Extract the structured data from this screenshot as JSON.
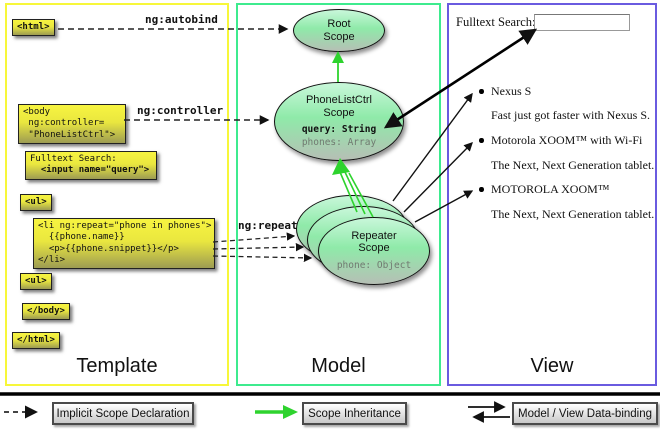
{
  "colors": {
    "template_border": "#f7f73a",
    "model_border": "#3deb8e",
    "view_border": "#6a5be0",
    "scope_fill_top": "#c9f7da",
    "scope_fill_bottom": "#b6bfb5",
    "inheritance_green": "#2ed32e"
  },
  "template": {
    "label": "Template",
    "annotations": {
      "autobind": "ng:autobind",
      "controller": "ng:controller",
      "repeat": "ng:repeat"
    },
    "boxes": {
      "html_open": [
        "<html>"
      ],
      "body_open": [
        "<body",
        " ng:controller=",
        " \"PhoneListCtrl\">"
      ],
      "fulltext": [
        "Fulltext Search:",
        "  <input name=\"query\">"
      ],
      "ul_open": [
        "<ul>"
      ],
      "li_repeat": [
        "<li ng:repeat=\"phone in phones\">",
        "  {{phone.name}}",
        "  <p>{{phone.snippet}}</p>",
        "</li>"
      ],
      "ul_close": [
        "<ul>"
      ],
      "body_close": [
        "</body>"
      ],
      "html_close": [
        "</html>"
      ]
    }
  },
  "model": {
    "label": "Model",
    "root_scope": {
      "line1": "Root",
      "line2": "Scope"
    },
    "phonelist_scope": {
      "line1": "PhoneListCtrl",
      "line2": "Scope",
      "prop1": "query: String",
      "prop2": "phones: Array"
    },
    "repeater_scope": {
      "line1": "Repeater",
      "line2": "Scope",
      "prop1": "phone: Object"
    }
  },
  "view": {
    "label": "View",
    "search_label": "Fulltext Search:",
    "search_value": "",
    "items": [
      {
        "title": "Nexus S",
        "description": "Fast just got faster with Nexus S."
      },
      {
        "title": "Motorola XOOM™ with Wi-Fi",
        "description": "The Next, Next Generation tablet."
      },
      {
        "title": "MOTOROLA XOOM™",
        "description": "The Next, Next Generation tablet."
      }
    ]
  },
  "legend": {
    "implicit_label": "Implicit Scope Declaration",
    "inheritance_label": "Scope Inheritance",
    "binding_label": "Model / View Data-binding"
  }
}
